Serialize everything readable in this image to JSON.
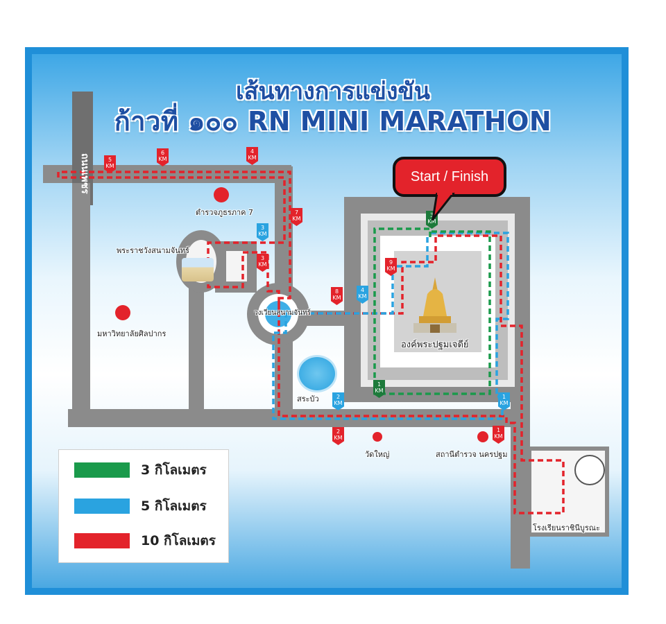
{
  "title": {
    "line1": "เส้นทางการแข่งขัน",
    "line2": "ก้าวที่ ๑๐๐ RN MINI MARATHON"
  },
  "start_finish": "Start / Finish",
  "road_name": "ถนนเพชร",
  "places": {
    "police_station_7": "ตำรวจภูธรภาค 7",
    "palace": "พระราชวังสนามจันทร์",
    "university": "มหาวิทยาลัยศิลปากร",
    "roundabout": "วงเวียนสนามจันทร์",
    "lotus_pond": "สระบัว",
    "wat_yai": "วัดใหญ่",
    "pagoda": "องค์พระปฐมเจดีย์",
    "police_nakhonpathom": "สถานีตำรวจ นครปฐม",
    "school": "โรงเรียนราชินีบูรณะ"
  },
  "markers": [
    {
      "num": "5",
      "unit": "KM",
      "color": "red"
    },
    {
      "num": "6",
      "unit": "KM",
      "color": "red"
    },
    {
      "num": "4",
      "unit": "KM",
      "color": "red"
    },
    {
      "num": "7",
      "unit": "KM",
      "color": "red"
    },
    {
      "num": "3",
      "unit": "KM",
      "color": "blue"
    },
    {
      "num": "3",
      "unit": "KM",
      "color": "red"
    },
    {
      "num": "8",
      "unit": "KM",
      "color": "red"
    },
    {
      "num": "4",
      "unit": "KM",
      "color": "blue"
    },
    {
      "num": "9",
      "unit": "KM",
      "color": "red"
    },
    {
      "num": "3",
      "unit": "KM",
      "color": "green"
    },
    {
      "num": "1",
      "unit": "KM",
      "color": "green"
    },
    {
      "num": "2",
      "unit": "KM",
      "color": "blue"
    },
    {
      "num": "2",
      "unit": "KM",
      "color": "red"
    },
    {
      "num": "1",
      "unit": "KM",
      "color": "blue"
    },
    {
      "num": "1",
      "unit": "KM",
      "color": "red"
    }
  ],
  "legend": [
    {
      "label": "3 กิโลเมตร",
      "color": "#1a9a4b"
    },
    {
      "label": "5 กิโลเมตร",
      "color": "#2aa3e0"
    },
    {
      "label": "10 กิโลเมตร",
      "color": "#e3232b"
    }
  ],
  "colors": {
    "route_3km": "#1a9a4b",
    "route_5km": "#2aa3e0",
    "route_10km": "#e3232b",
    "road": "#8b8b8b",
    "frame": "#1f8fd8"
  }
}
